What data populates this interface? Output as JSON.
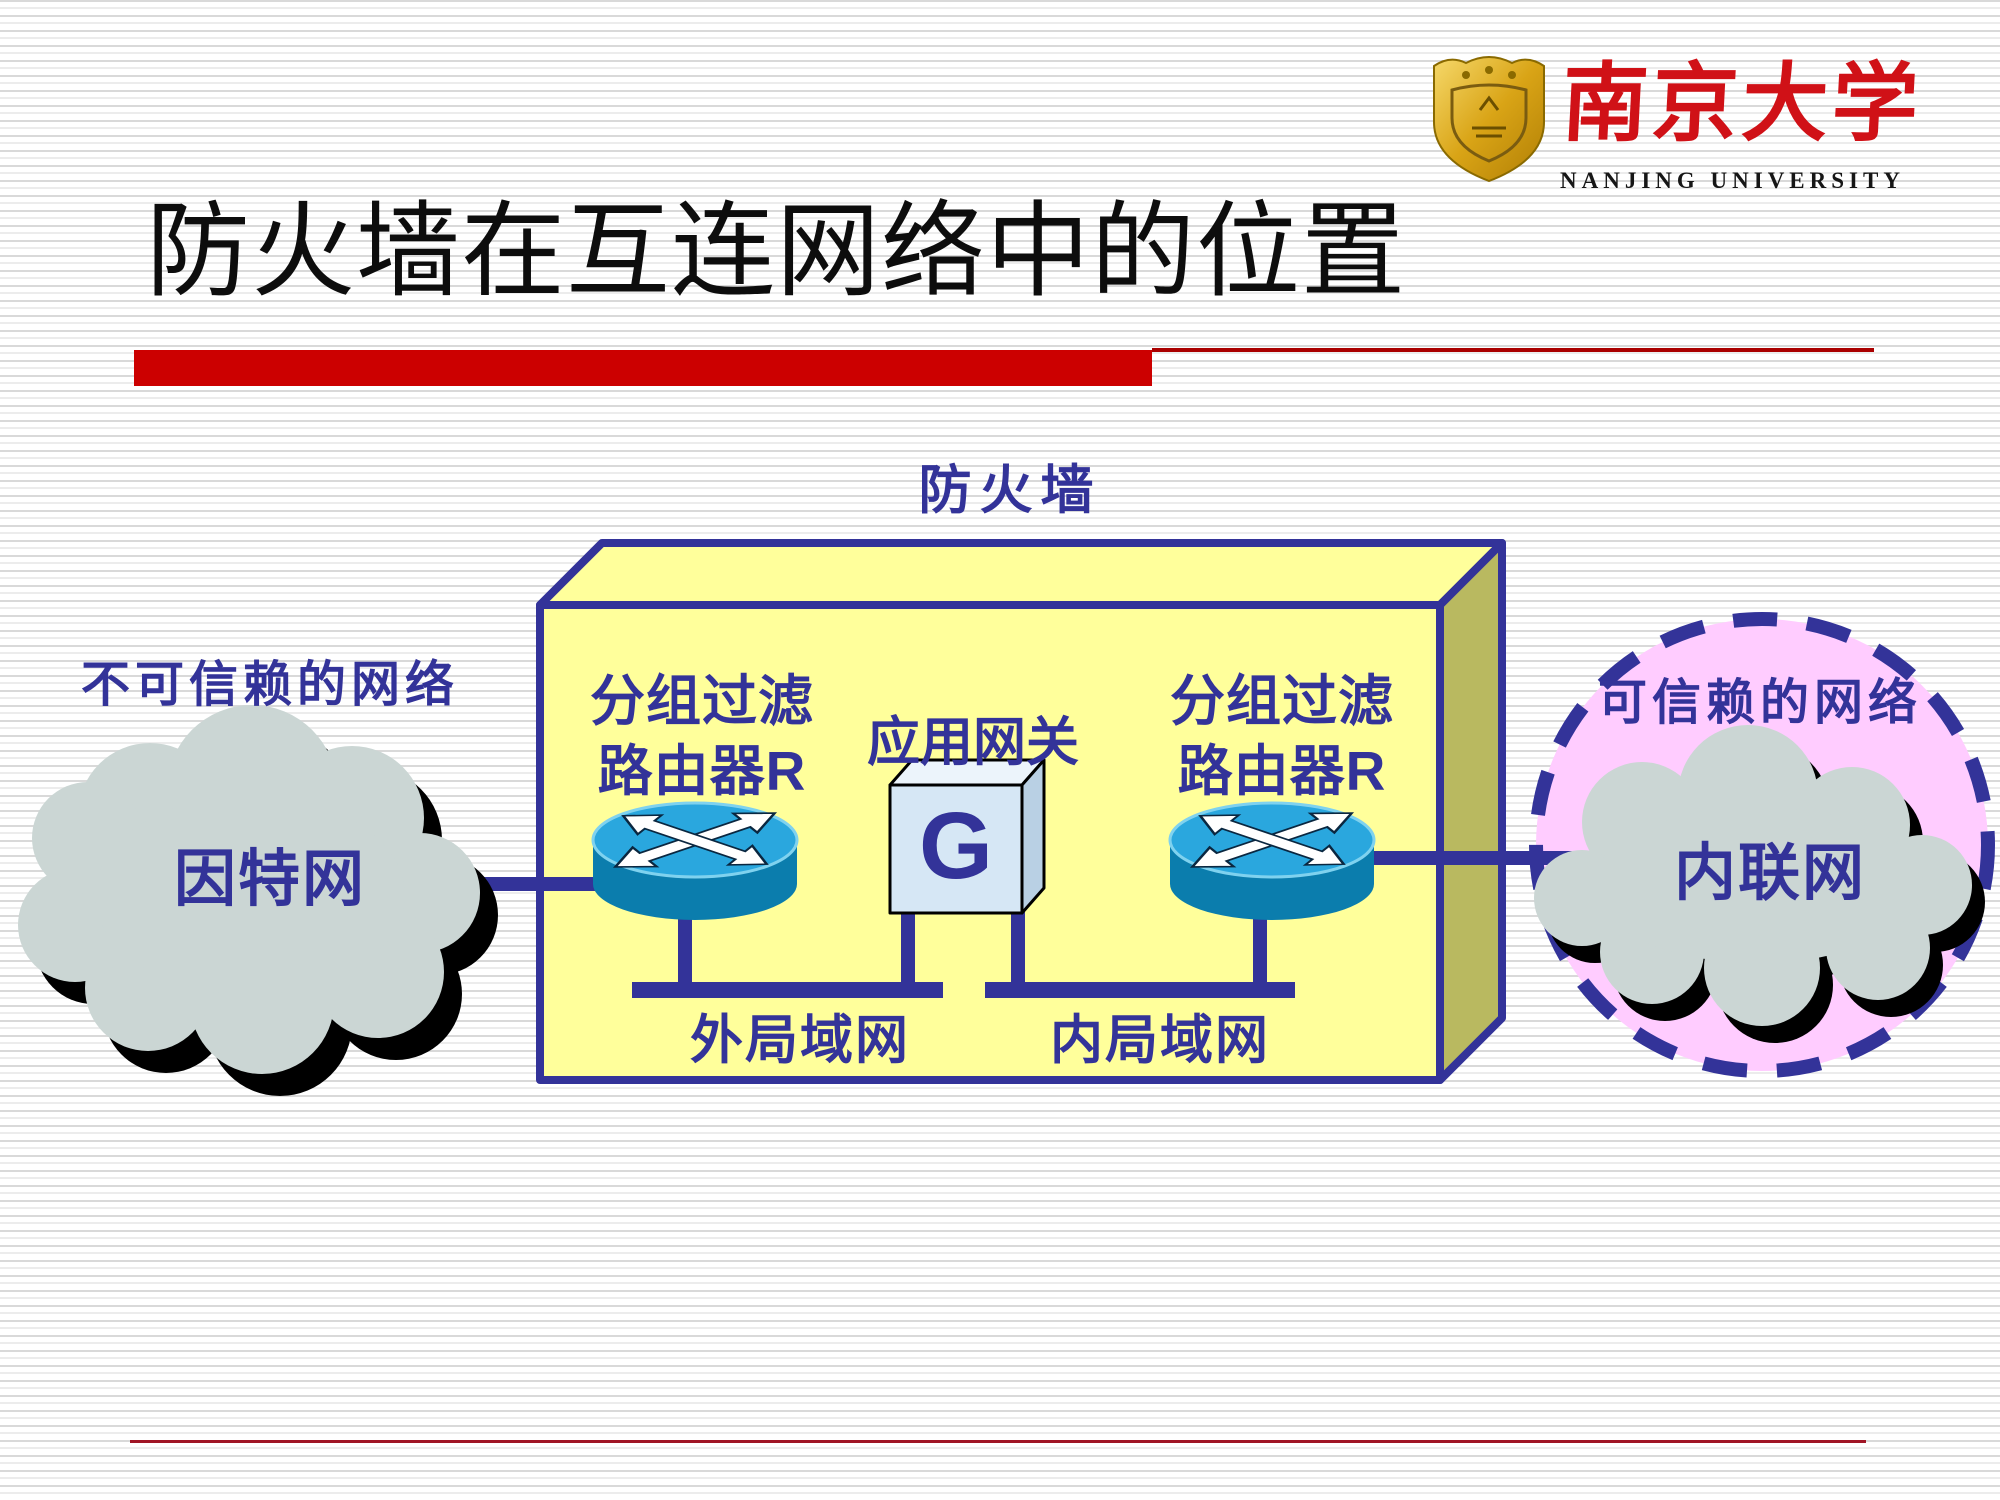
{
  "header": {
    "university_cn": "南京大学",
    "university_en": "NANJING UNIVERSITY"
  },
  "title": "防火墙在互连网络中的位置",
  "diagram": {
    "firewall_label": "防火墙",
    "untrusted_label": "不可信赖的网络",
    "internet_label": "因特网",
    "trusted_label": "可信赖的网络",
    "intranet_label": "内联网",
    "router_left": {
      "line1": "分组过滤",
      "line2": "路由器R"
    },
    "router_right": {
      "line1": "分组过滤",
      "line2": "路由器R"
    },
    "app_gateway_label": "应用网关",
    "gateway_letter": "G",
    "lan_outer_label": "外局域网",
    "lan_inner_label": "内局域网"
  },
  "icons": {
    "nju_shield": "university-shield-icon",
    "router": "router-icon",
    "cloud": "network-cloud-icon"
  },
  "colors": {
    "accent_red": "#cc0000",
    "navy": "#333399",
    "box_yellow": "#ffff9b",
    "box_side_olive": "#b9b960",
    "cloud_gray": "#cbd6d4",
    "trusted_pink": "#ffccff",
    "router_top_cyan": "#2aa7de",
    "router_body_teal": "#0b7dad",
    "gateway_blue": "#d6e7f5",
    "logo_gold": "#d9a416",
    "logo_red": "#d01117"
  }
}
